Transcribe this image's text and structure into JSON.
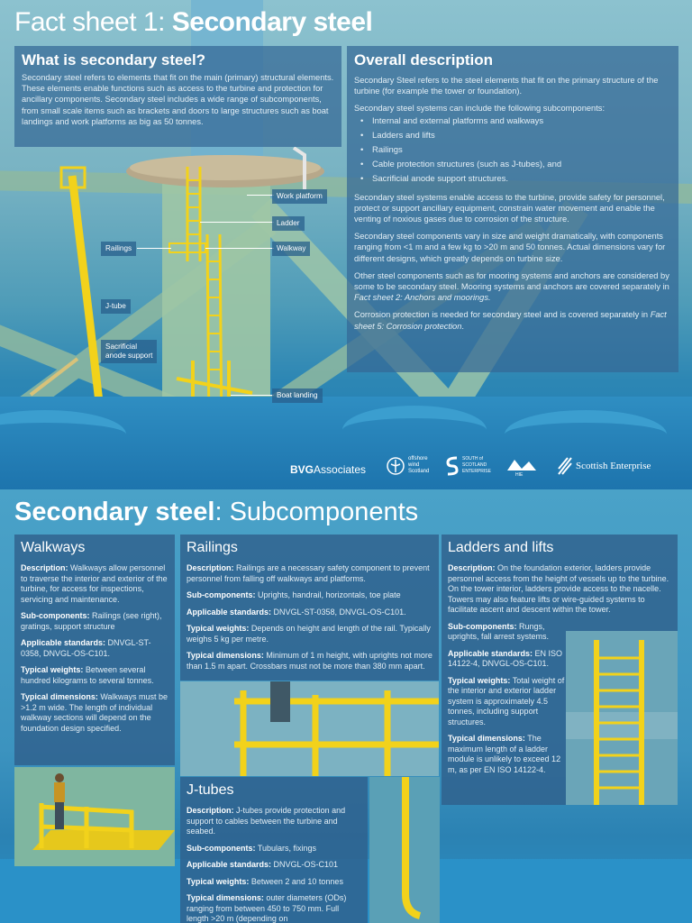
{
  "top": {
    "title_prefix": "Fact sheet 1: ",
    "title_bold": "Secondary steel",
    "what": {
      "heading": "What is secondary steel?",
      "body": "Secondary steel refers to elements that fit on the main (primary) structural elements. These elements enable functions such as access to the turbine and protection for ancillary components. Secondary steel includes a wide range of subcomponents, from small scale items such as brackets and doors to large structures such as boat landings and work platforms as big as 50 tonnes."
    },
    "overall": {
      "heading": "Overall description",
      "p1": "Secondary Steel refers to the steel elements that fit on the primary structure of the turbine (for example the tower or foundation).",
      "p2": "Secondary steel systems can include the following subcomponents:",
      "bullets": [
        "Internal and external platforms and walkways",
        "Ladders and lifts",
        "Railings",
        "Cable protection structures (such as J-tubes), and",
        "Sacrificial anode support structures."
      ],
      "p3": "Secondary steel systems enable access to the turbine, provide safety for personnel, protect or support ancillary equipment, constrain water movement and enable the venting of noxious gases due to corrosion of the structure.",
      "p4": "Secondary steel components vary in size and weight dramatically, with components ranging from <1 m and a few kg to >20 m and 50 tonnes. Actual dimensions vary for different designs, which greatly depends on turbine size.",
      "p5_a": "Other steel components such as for mooring systems and anchors are considered by some to be secondary steel. Mooring systems and anchors are covered separately in ",
      "p5_i": "Fact sheet 2: Anchors and moorings.",
      "p6_a": "Corrosion protection is needed for secondary steel and is covered separately in ",
      "p6_i": "Fact sheet 5: Corrosion protection",
      "p6_b": "."
    },
    "callouts": {
      "work_platform": "Work platform",
      "ladder": "Ladder",
      "walkway": "Walkway",
      "railings": "Railings",
      "jtube": "J-tube",
      "anode_1": "Sacrificial",
      "anode_2": "anode support",
      "boat_landing": "Boat landing"
    },
    "logos": {
      "bvg_a": "BVG",
      "bvg_b": "Associates",
      "osw_1": "offshore",
      "osw_2": "wind",
      "osw_3": "Scotland",
      "sose_1": "SOUTH of",
      "sose_2": "SCOTLAND",
      "sose_3": "ENTERPRISE",
      "hie": "HIE",
      "se": "Scottish Enterprise"
    }
  },
  "bottom": {
    "title_bold": "Secondary steel",
    "title_rest": ": Subcomponents",
    "walkways": {
      "heading": "Walkways",
      "l_desc": "Description:",
      "desc": " Walkways allow personnel to traverse the interior and exterior of the turbine, for access for inspections, servicing and maintenance.",
      "l_sub": "Sub-components:",
      "sub": " Railings (see right), gratings, support structure",
      "l_std": "Applicable standards:",
      "std": " DNVGL-ST-0358, DNVGL-OS-C101.",
      "l_wt": "Typical weights:",
      "wt": " Between several hundred kilograms to several tonnes.",
      "l_dim": "Typical dimensions:",
      "dim": " Walkways must be >1.2 m wide. The length of individual walkway sections will depend on the foundation design specified."
    },
    "railings": {
      "heading": "Railings",
      "l_desc": "Description:",
      "desc": " Railings are a necessary safety component to prevent personnel from falling off walkways and platforms.",
      "l_sub": "Sub-components:",
      "sub": " Uprights, handrail, horizontals, toe plate",
      "l_std": "Applicable standards:",
      "std": " DNVGL-ST-0358, DNVGL-OS-C101.",
      "l_wt": "Typical weights:",
      "wt": " Depends on height and length of the rail. Typically weighs 5 kg per metre.",
      "l_dim": "Typical dimensions:",
      "dim": " Minimum of 1 m height, with uprights not more than 1.5 m apart. Crossbars must not be more than 380 mm apart."
    },
    "ladders": {
      "heading": "Ladders and lifts",
      "l_desc": "Description:",
      "desc": " On the foundation exterior, ladders provide personnel access from the height of vessels up to the turbine. On the tower interior, ladders provide access to the nacelle. Towers may also feature lifts or wire-guided systems to facilitate ascent and descent within the tower.",
      "l_sub": "Sub-components:",
      "sub": " Rungs, uprights, fall arrest systems.",
      "l_std": "Applicable standards:",
      "std": " EN ISO 14122-4, DNVGL-OS-C101.",
      "l_wt": "Typical weights:",
      "wt": " Total weight of the interior and exterior ladder system is approximately 4.5 tonnes, including support structures.",
      "l_dim": "Typical dimensions:",
      "dim": " The maximum length of a ladder module is unlikely to exceed 12 m, as per EN ISO 14122-4."
    },
    "jtubes": {
      "heading": "J-tubes",
      "l_desc": "Description:",
      "desc": " J-tubes provide protection and support to cables between the turbine and seabed.",
      "l_sub": "Sub-components:",
      "sub": " Tubulars, fixings",
      "l_std": "Applicable standards:",
      "std": " DNVGL-OS-C101",
      "l_wt": "Typical weights:",
      "wt": " Between 2 and 10 tonnes",
      "l_dim": "Typical dimensions:",
      "dim": " outer diameters (ODs) ranging from between 450 to 750 mm. Full length >20 m (depending on"
    }
  },
  "colors": {
    "steel_yellow": "#f2d21b",
    "panel_blue": "#346896",
    "sea_blue": "#2a91c8"
  }
}
